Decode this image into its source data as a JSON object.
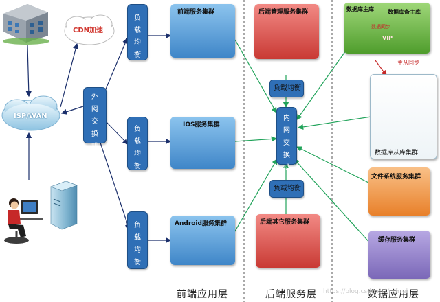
{
  "colors": {
    "arrow": "#21a35a",
    "box_blue": "#2f6fb6",
    "blue_panel": "#5aa3df",
    "red_panel": "#e1554f",
    "green_panel": "#6fbf46",
    "orange_panel": "#f5a24a",
    "purple_panel": "#8e7cc3"
  },
  "client": {
    "cdn": "CDN加速",
    "isp": "ISP/WAN"
  },
  "external_switch": "外网交换机",
  "load_balancer": "负载均衡",
  "front": {
    "frontend": "前端服务集群",
    "ios": "IOS服务集群",
    "android": "Android服务集群"
  },
  "back": {
    "admin": "后端管理服务集群",
    "other": "后端其它服务集群"
  },
  "internal_switch": "内网交换机",
  "data": {
    "master": "数据库主库",
    "backup": "数据库备主库",
    "sync": "数据同步",
    "vip": "VIP",
    "master_slave": "主从同步",
    "slave_cluster": "数据库从库集群",
    "fs": "文件系统服务集群",
    "cache": "缓存服务集群"
  },
  "layers": {
    "front": "前端应用层",
    "back": "后端服务层",
    "data": "数据应用层"
  },
  "watermark": "https://blog.csdn.net/...frrel"
}
